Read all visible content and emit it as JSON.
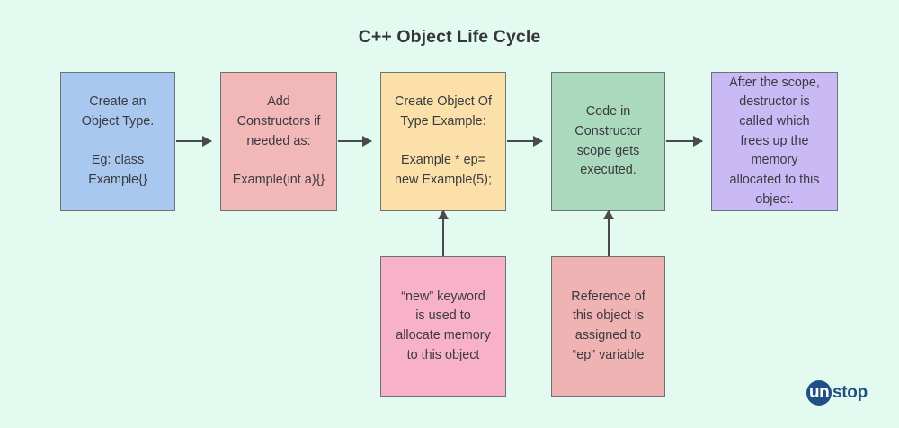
{
  "diagram": {
    "title": "C++ Object Life Cycle",
    "background_color": "#e3faf0",
    "title_color": "#36353b",
    "border_color": "#6b7472",
    "arrow_color": "#4a4a4a",
    "nodes": [
      {
        "id": "create-type",
        "text": "Create an\nObject Type.\n\nEg: class\nExample{}",
        "color": "#a8c8f0",
        "row": "top"
      },
      {
        "id": "add-ctor",
        "text": "Add\nConstructors if\nneeded as:\n\nExample(int a){}",
        "color": "#f2b8b8",
        "row": "top"
      },
      {
        "id": "create-object",
        "text": "Create Object Of\nType Example:\n\nExample * ep=\nnew Example(5);",
        "color": "#fbe0a9",
        "row": "top"
      },
      {
        "id": "ctor-code",
        "text": "Code in\nConstructor\nscope gets\nexecuted.",
        "color": "#abd9bd",
        "row": "top"
      },
      {
        "id": "destructor",
        "text": "After the scope,\ndestructor is\ncalled which\nfrees up the\nmemory\nallocated to this\nobject.",
        "color": "#c9b9f5",
        "row": "top"
      },
      {
        "id": "new-keyword",
        "text": "“new” keyword\nis used to\nallocate memory\nto this object",
        "color": "#f7b2ca",
        "row": "bottom"
      },
      {
        "id": "ep-reference",
        "text": "Reference of\nthis object is\nassigned to\n“ep” variable",
        "color": "#f0b3b3",
        "row": "bottom"
      }
    ],
    "edges": [
      {
        "id": "edge-1",
        "from": "create-type",
        "to": "add-ctor",
        "direction": "right"
      },
      {
        "id": "edge-2",
        "from": "add-ctor",
        "to": "create-object",
        "direction": "right"
      },
      {
        "id": "edge-3",
        "from": "create-object",
        "to": "ctor-code",
        "direction": "right"
      },
      {
        "id": "edge-4",
        "from": "ctor-code",
        "to": "destructor",
        "direction": "right"
      },
      {
        "id": "edge-5",
        "from": "new-keyword",
        "to": "create-object",
        "direction": "up"
      },
      {
        "id": "edge-6",
        "from": "ep-reference",
        "to": "ctor-code",
        "direction": "up"
      }
    ]
  },
  "brand": {
    "name_prefix": "un",
    "name_suffix": "stop",
    "circle_color": "#1e4f86",
    "text_color": "#1e4f86"
  }
}
